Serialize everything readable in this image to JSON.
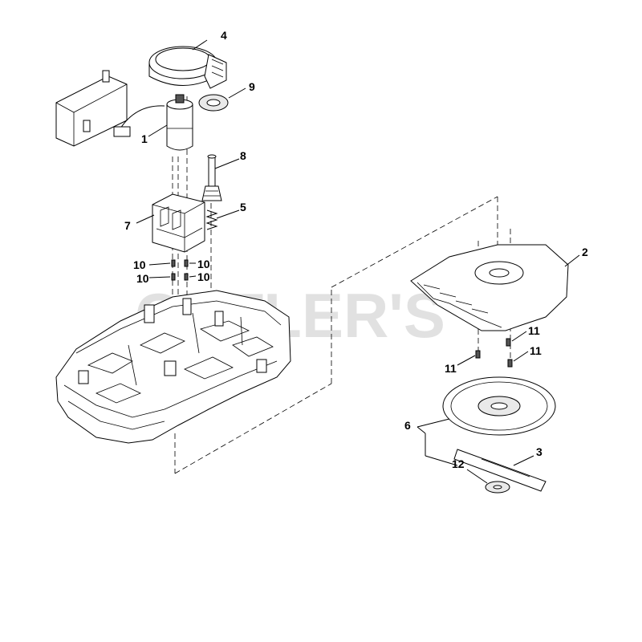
{
  "watermark": "CUTLER'S",
  "callouts": [
    {
      "id": "c1",
      "label": "1"
    },
    {
      "id": "c2",
      "label": "2"
    },
    {
      "id": "c3",
      "label": "3"
    },
    {
      "id": "c4",
      "label": "4"
    },
    {
      "id": "c5",
      "label": "5"
    },
    {
      "id": "c6",
      "label": "6"
    },
    {
      "id": "c7",
      "label": "7"
    },
    {
      "id": "c8",
      "label": "8"
    },
    {
      "id": "c9",
      "label": "9"
    },
    {
      "id": "c10a",
      "label": "10"
    },
    {
      "id": "c10b",
      "label": "10"
    },
    {
      "id": "c10c",
      "label": "10"
    },
    {
      "id": "c10d",
      "label": "10"
    },
    {
      "id": "c11a",
      "label": "11"
    },
    {
      "id": "c11b",
      "label": "11"
    },
    {
      "id": "c11c",
      "label": "11"
    },
    {
      "id": "c12",
      "label": "12"
    }
  ]
}
